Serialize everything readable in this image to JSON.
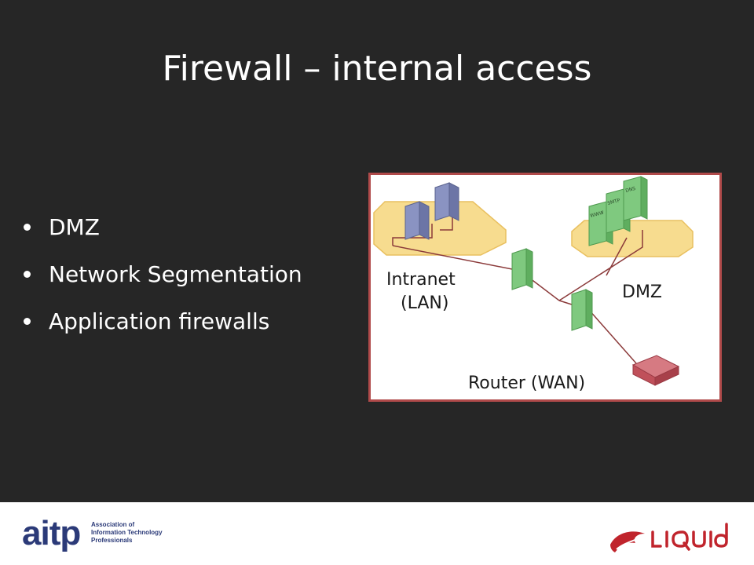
{
  "slide": {
    "title": "Firewall – internal access",
    "bullets": [
      "DMZ",
      "Network Segmentation",
      "Application firewalls"
    ]
  },
  "diagram": {
    "labels": {
      "intranet": "Intranet",
      "lan": "(LAN)",
      "dmz": "DMZ",
      "router": "Router (WAN)",
      "server_www": "WWW",
      "server_smtp": "SMTP",
      "server_dns": "DNS"
    },
    "colors": {
      "frame_border": "#b04a4a",
      "zone_fill": "#f7dc8f",
      "firewall": "#7fc97f",
      "router": "#c0505a",
      "lan_pc": "#8a93c2",
      "cable": "#8b3a3a"
    }
  },
  "footer": {
    "aitp_logo": "aitp",
    "aitp_tagline": [
      "Association of",
      "Information Technology",
      "Professionals"
    ],
    "liquid_logo": "LIQUID"
  }
}
